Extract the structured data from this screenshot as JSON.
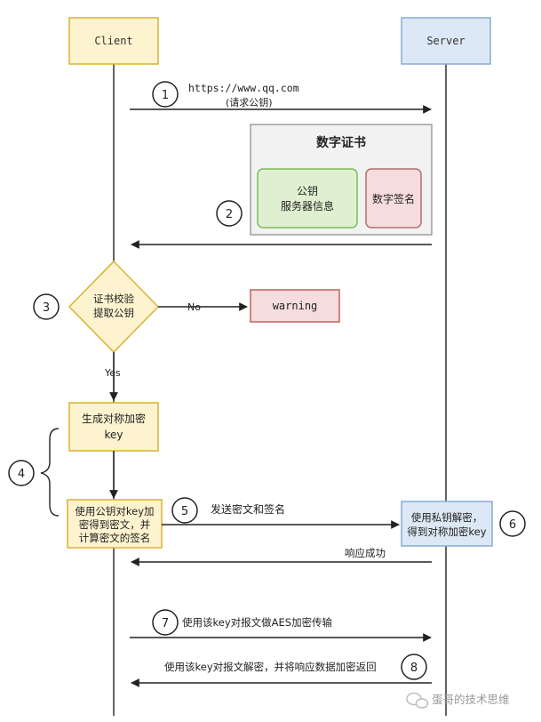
{
  "participants": {
    "client": "Client",
    "server": "Server"
  },
  "steps": {
    "s1": "1",
    "s2": "2",
    "s3": "3",
    "s4": "4",
    "s5": "5",
    "s6": "6",
    "s7": "7",
    "s8": "8"
  },
  "messages": {
    "request_url": "https://www.qq.com",
    "request_note": "(请求公钥)",
    "send_cipher": "发送密文和签名",
    "response_ok": "响应成功",
    "aes_transfer": "使用该key对报文做AES加密传输",
    "decrypt_return": "使用该key对报文解密，并将响应数据加密返回"
  },
  "certificate": {
    "title": "数字证书",
    "info_line1": "公钥",
    "info_line2": "服务器信息",
    "signature": "数字签名"
  },
  "decision": {
    "line1": "证书校验",
    "line2": "提取公钥",
    "no_label": "No",
    "yes_label": "Yes",
    "warning": "warning"
  },
  "client_actions": {
    "gen_line1": "生成对称加密",
    "gen_line2": "key",
    "enc_line1": "使用公钥对key加",
    "enc_line2": "密得到密文，并",
    "enc_line3": "计算密文的签名"
  },
  "server_actions": {
    "dec_line1": "使用私钥解密，",
    "dec_line2": "得到对称加密key"
  },
  "watermark": "蛋哥的技术思维",
  "colors": {
    "client_fill": "#fdf3cf",
    "client_stroke": "#d8b233",
    "server_fill": "#dce8f5",
    "server_stroke": "#8aaad0",
    "cert_fill": "#f2f2f2",
    "info_fill": "#dff0d0",
    "info_stroke": "#7cbc5a",
    "sig_fill": "#f6dcdc",
    "sig_stroke": "#b07070",
    "warning_fill": "#f6dcdc",
    "warning_stroke": "#c06060",
    "line": "#222222"
  }
}
